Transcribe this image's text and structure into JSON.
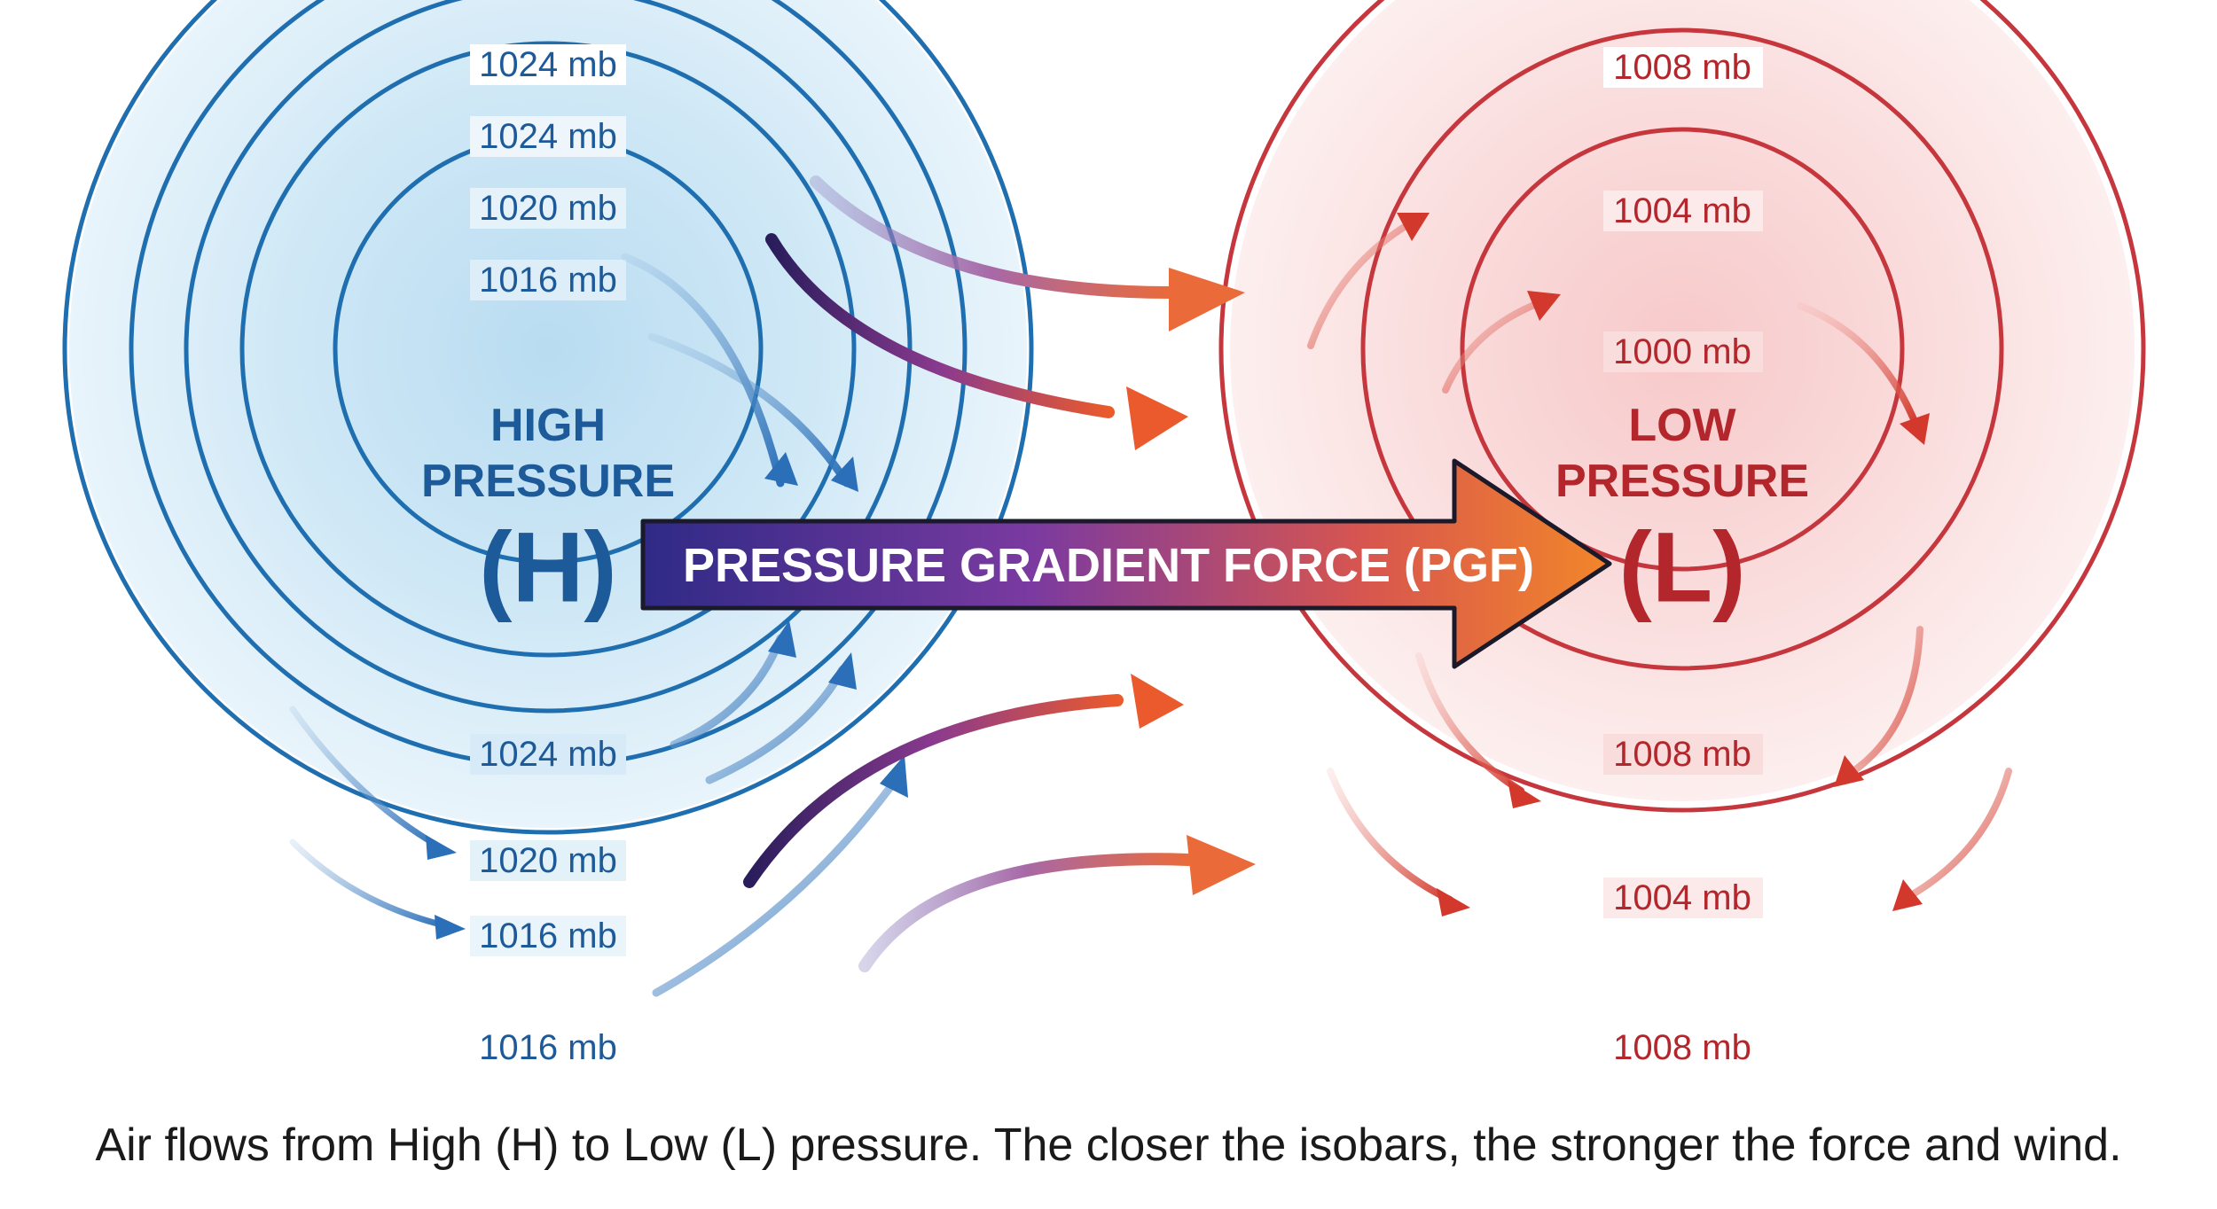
{
  "colors": {
    "high": "#1f6fb0",
    "high_text": "#1d5a99",
    "low": "#c6373d",
    "low_text": "#b3262c",
    "pgf_start": "#3a2a8a",
    "pgf_end": "#f07b2a"
  },
  "high_system": {
    "title_line1": "HIGH",
    "title_line2": "PRESSURE",
    "symbol": "(H)",
    "isobars": [
      {
        "top_label": "1024 mb",
        "bottom_label": "1016 mb"
      },
      {
        "top_label": "1024 mb",
        "bottom_label": "1016 mb"
      },
      {
        "top_label": "1020 mb",
        "bottom_label": "1020 mb"
      },
      {
        "top_label": "1016 mb",
        "bottom_label": "1024 mb"
      }
    ]
  },
  "low_system": {
    "title_line1": "LOW",
    "title_line2": "PRESSURE",
    "symbol": "(L)",
    "isobars": [
      {
        "top_label": "1008 mb",
        "bottom_label": "1008 mb"
      },
      {
        "top_label": "1004 mb",
        "bottom_label": "1004 mb"
      },
      {
        "top_label": "1000 mb",
        "bottom_label": "1008 mb"
      }
    ]
  },
  "pgf_arrow": {
    "label": "PRESSURE GRADIENT FORCE (PGF)"
  },
  "caption": "Air flows from High (H) to Low (L) pressure. The closer the isobars, the stronger the force and wind."
}
